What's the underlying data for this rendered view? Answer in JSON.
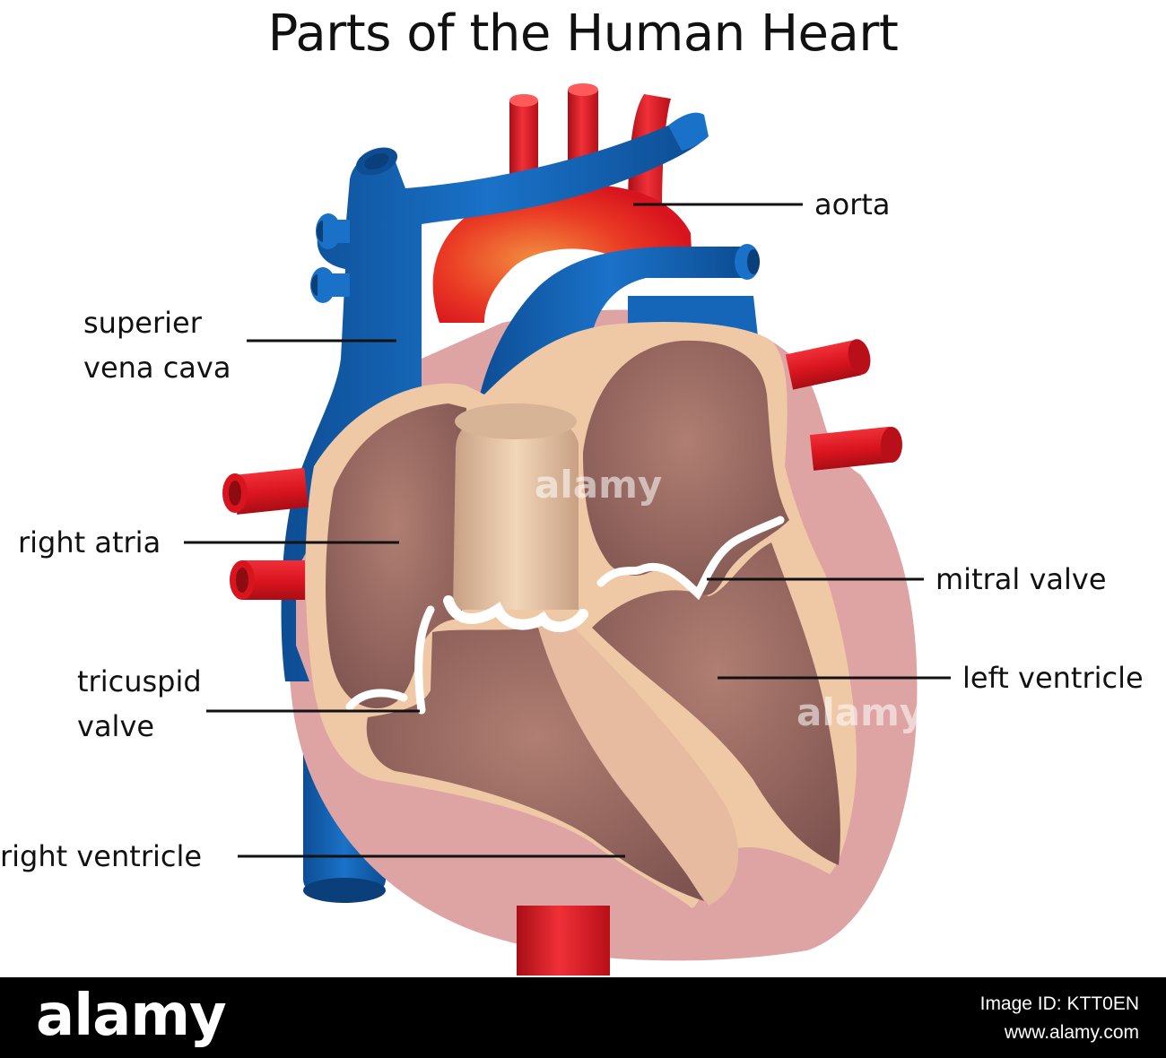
{
  "title": "Parts of the Human Heart",
  "labels": {
    "aorta": "aorta",
    "superior_vena_cava": [
      "superier",
      "vena cava"
    ],
    "right_atria": "right atria",
    "mitral_valve": "mitral valve",
    "left_ventricle": "left ventricle",
    "tricuspid_valve": [
      "tricuspid",
      "valve"
    ],
    "right_ventricle": "right ventricle"
  },
  "watermark": "alamy",
  "footer": {
    "brand": "alamy",
    "lines": [
      "Image ID: KTT0EN",
      "www.alamy.com"
    ]
  },
  "colors": {
    "vein": "#1565b8",
    "artery": "#e01e2a",
    "muscle": "#a8756a",
    "inner_wall": "#efc7a4",
    "outer_wall": "#dca0a0"
  }
}
